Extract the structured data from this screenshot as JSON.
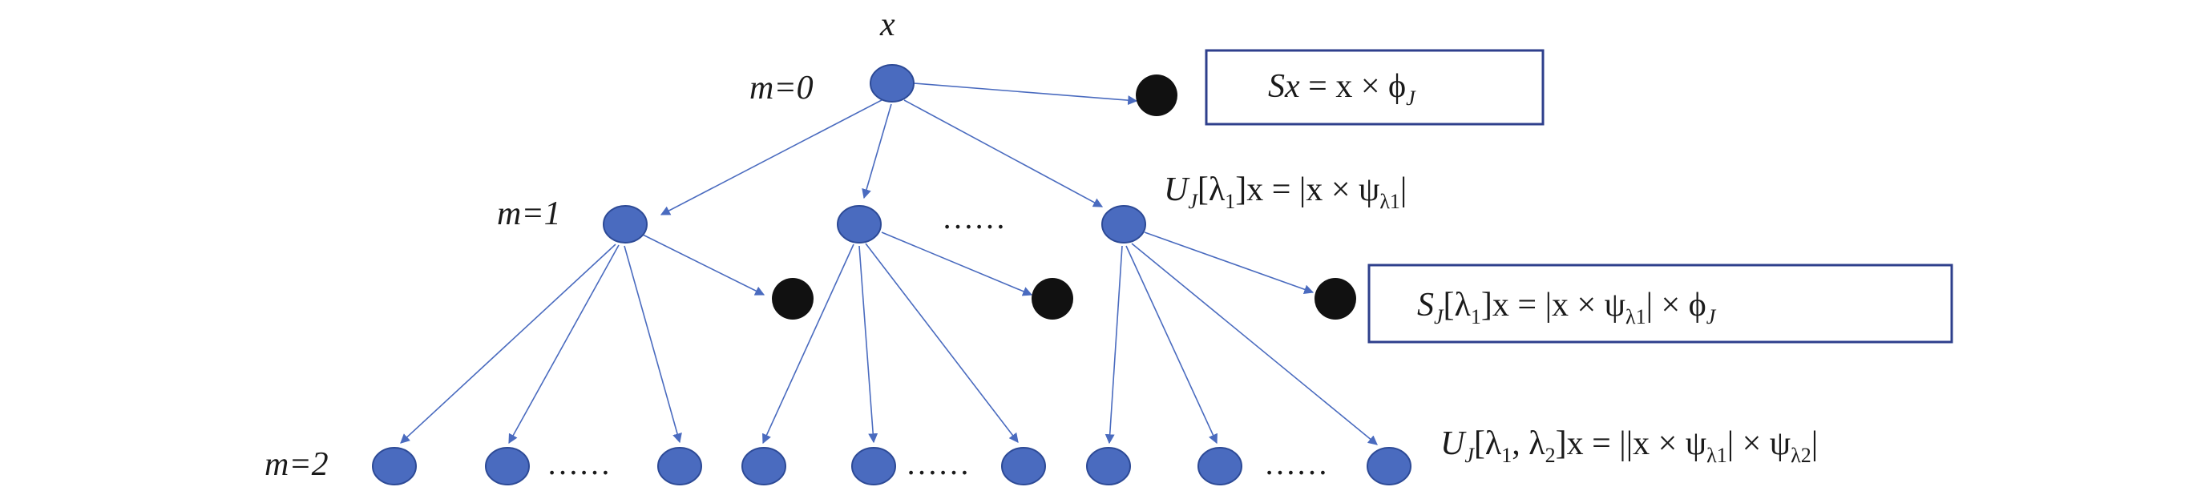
{
  "labels": {
    "root_var": "x",
    "level0": "m=0",
    "level1": "m=1",
    "level2": "m=2",
    "dots": "……"
  },
  "formulas": {
    "s0_lhs": "Sx",
    "s0_rhs": " = x × ϕ",
    "s0_sub": "J",
    "u1_text": "U",
    "u1_sub": "J",
    "u1_arg": "[λ",
    "u1_arg_sub": "1",
    "u1_rhs": "]x = |x × ψ",
    "u1_rhs_sub": "λ1",
    "u1_close": "|",
    "s1_text": "S",
    "s1_sub": "J",
    "s1_arg": "[λ",
    "s1_arg_sub": "1",
    "s1_rhs": "]x = |x × ψ",
    "s1_rhs_sub": "λ1",
    "s1_tail": "| × ϕ",
    "s1_tail_sub": "J",
    "u2_text": "U",
    "u2_sub": "J",
    "u2_arg": "[λ",
    "u2_arg_sub1": "1",
    "u2_mid": ", λ",
    "u2_arg_sub2": "2",
    "u2_rhs": "]x = ||x × ψ",
    "u2_rhs_sub1": "λ1",
    "u2_mid2": "| × ψ",
    "u2_rhs_sub2": "λ2",
    "u2_close": "|"
  },
  "colors": {
    "node": "#4a6bbf",
    "terminal": "#111111",
    "box_border": "#2e3f8c"
  }
}
